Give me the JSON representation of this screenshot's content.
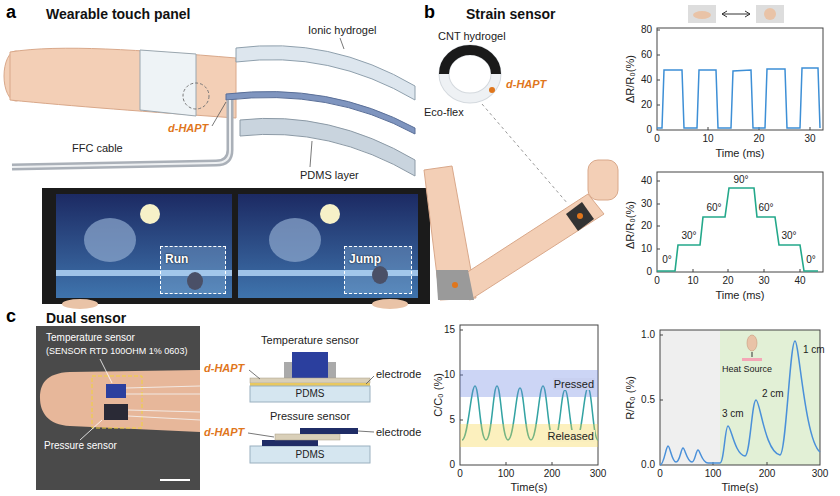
{
  "diagram": {
    "nodes": [
      {
        "text": [
          "Run"
        ]
      },
      {
        "text": [
          "Jump"
        ]
      },
      {
        "text": [
          "Pressed"
        ]
      },
      {
        "text": [
          "Released"
        ]
      }
    ],
    "labels": [
      "a",
      "Wearable touch panel",
      "Ionic hydrogel",
      "d-HAPT",
      "FFC cable",
      "PDMS layer",
      "b",
      "Strain sensor",
      "CNT hydrogel",
      "d-HAPT",
      "Eco-flex",
      "ΔR/R₀(%)",
      "80",
      "60",
      "40",
      "20",
      "0",
      "0",
      "10",
      "20",
      "30",
      "Time (ms)",
      "ΔR/R₀(%)",
      "40",
      "30",
      "20",
      "10",
      "0",
      "0",
      "10",
      "20",
      "30",
      "40",
      "Time (ms)",
      "0°",
      "30°",
      "60°",
      "90°",
      "60°",
      "30°",
      "0°",
      "c",
      "Dual sensor",
      "Temperature sensor",
      "(SENSOR RTD 100OHM 1% 0603)",
      "Pressure sensor",
      "Temperature sensor",
      "d-HAPT",
      "electrode",
      "PDMS",
      "Pressure sensor",
      "d-HAPT",
      "electrode",
      "PDMS",
      "C/C₀ (%)",
      "15",
      "10",
      "5",
      "0",
      "0",
      "100",
      "200",
      "300",
      "Time(s)",
      "R/R₀ (%)",
      "1.0",
      "0.5",
      "0.0",
      "0",
      "100",
      "200",
      "300",
      "Time(s)",
      "Heat Source",
      "3 cm",
      "2 cm",
      "1 cm"
    ]
  }
}
